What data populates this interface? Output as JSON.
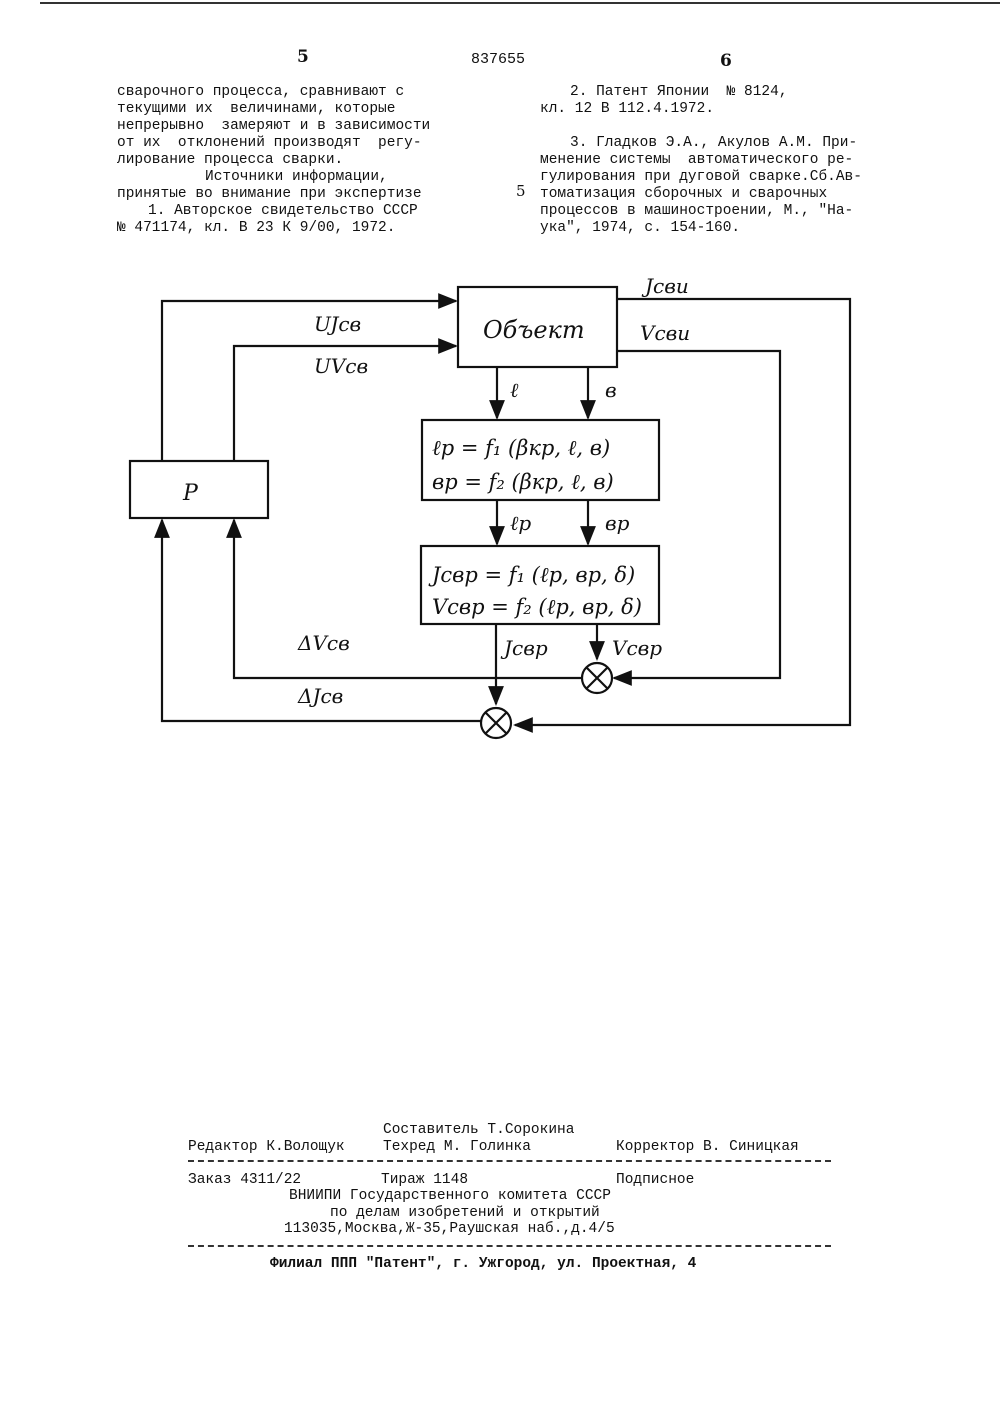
{
  "header": {
    "left_page_number": "5",
    "document_number": "837655",
    "right_page_number": "6",
    "line_marker": "5"
  },
  "left_column": {
    "lines": [
      "сварочного процесса, сравнивают с",
      "текущими их  величинами, которые",
      "непрерывно  замеряют и в зависимости",
      "от их  отклонений производят  регу-",
      "лирование процесса сварки."
    ],
    "sources_heading_1": "Источники информации,",
    "sources_heading_2": "принятые во внимание при экспертизе",
    "ref1_line1": "1. Авторское свидетельство СССР",
    "ref1_line2": "№ 471174, кл. В 23 К 9/00, 1972."
  },
  "right_column": {
    "ref2_line1": "2. Патент Японии  № 8124,",
    "ref2_line2": "кл. 12 В 112.4.1972.",
    "ref3_lines": [
      "3. Гладков Э.А., Акулов А.М. При-",
      "менение системы  автоматического ре-",
      "гулирования при дуговой сварке.Сб.Ав-",
      "томатизация сборочных и сварочных",
      "процессов в машиностроении, М., \"На-",
      "ука\", 1974, с. 154-160."
    ]
  },
  "diagram": {
    "object_block": "Объект",
    "regulator_block": "Р",
    "calc_block_line1": "ℓр = f₁ (βкр, ℓ, в)",
    "calc_block_line2": "вр = f₂ (βкр, ℓ, в)",
    "weld_block_line1": "Jсвр = f₁ (ℓр, вр, δ)",
    "weld_block_line2": "Vсвр = f₂ (ℓр, вр, δ)",
    "label_J_out": "Jсви",
    "label_V_out": "Vсви",
    "label_U_J": "UJсв",
    "label_U_V": "UVсв",
    "label_l": "ℓ",
    "label_b": "в",
    "label_lp": "ℓр",
    "label_bp": "вр",
    "label_J_calc": "Jсвр",
    "label_V_calc": "Vсвр",
    "label_dV": "ΔVсв",
    "label_dJ": "ΔJсв"
  },
  "footer": {
    "compiler": "Составитель Т.Сорокина",
    "editor": "Редактор К.Волощук",
    "techred": "Техред М. Голинка",
    "corrector": "Корректор В. Синицкая",
    "order": "Заказ 4311/22",
    "circulation": "Тираж 1148",
    "subscription": "Подписное",
    "org_line1": "ВНИИПИ Государственного комитета СССР",
    "org_line2": "по делам изобретений и открытий",
    "org_line3": "113035,Москва,Ж-35,Раушская наб.,д.4/5",
    "branch": "Филиал ППП \"Патент\", г. Ужгород, ул. Проектная, 4"
  }
}
